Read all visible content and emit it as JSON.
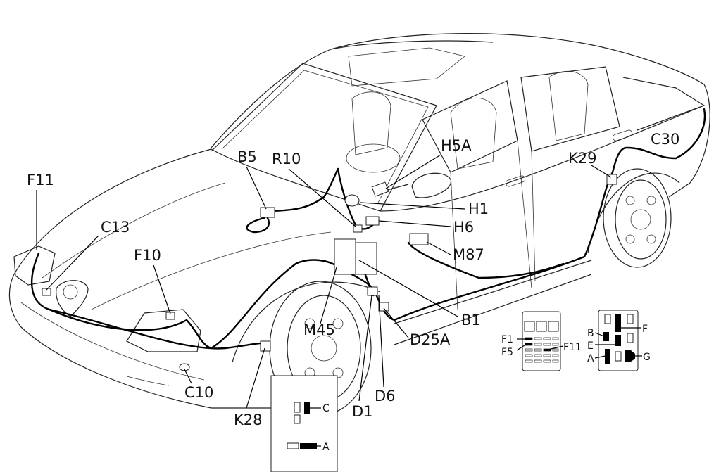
{
  "callouts": {
    "F11": "F11",
    "C13": "C13",
    "F10": "F10",
    "B5": "B5",
    "R10": "R10",
    "H5A": "H5A",
    "H1": "H1",
    "H6": "H6",
    "M87": "M87",
    "K29": "K29",
    "C30": "C30",
    "B1": "B1",
    "M45": "M45",
    "D25A": "D25A",
    "D6": "D6",
    "D1": "D1",
    "K28": "K28",
    "C10": "C10"
  },
  "fuse_box_inset": {
    "F1": "F1",
    "F5": "F5",
    "F11": "F11"
  },
  "relay_box_inset": {
    "B": "B",
    "E": "E",
    "A": "A",
    "F": "F",
    "G": "G"
  },
  "connector_inset": {
    "C": "C",
    "A": "A"
  }
}
